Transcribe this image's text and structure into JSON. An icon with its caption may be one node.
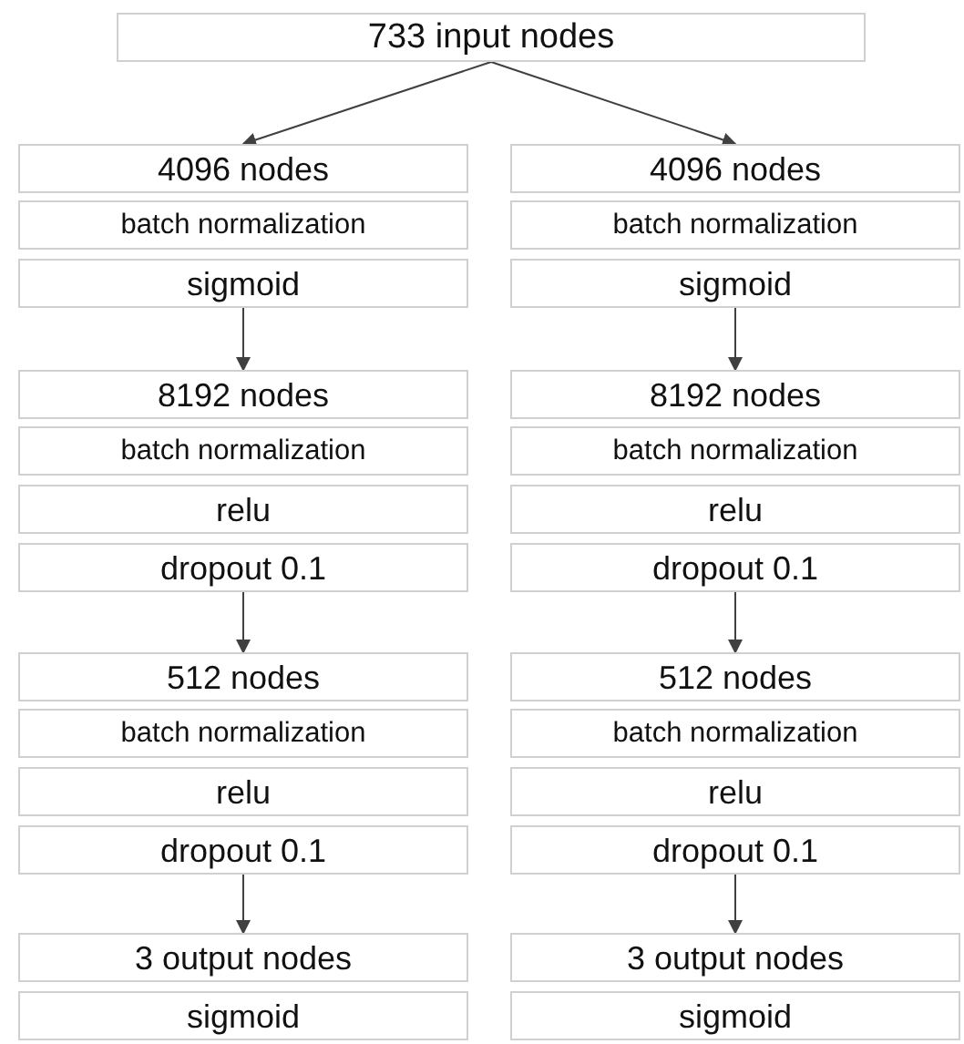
{
  "diagram": {
    "nodes": [
      {
        "text": [
          "733 input nodes"
        ]
      },
      {
        "text": [
          "4096 nodes"
        ]
      },
      {
        "text": [
          "batch normalization"
        ]
      },
      {
        "text": [
          "sigmoid"
        ]
      },
      {
        "text": [
          "8192 nodes"
        ]
      },
      {
        "text": [
          "batch normalization"
        ]
      },
      {
        "text": [
          "relu"
        ]
      },
      {
        "text": [
          "dropout 0.1"
        ]
      },
      {
        "text": [
          "512 nodes"
        ]
      },
      {
        "text": [
          "batch normalization"
        ]
      },
      {
        "text": [
          "relu"
        ]
      },
      {
        "text": [
          "dropout 0.1"
        ]
      },
      {
        "text": [
          "3 output nodes"
        ]
      },
      {
        "text": [
          "sigmoid"
        ]
      },
      {
        "text": [
          "4096 nodes"
        ]
      },
      {
        "text": [
          "batch normalization"
        ]
      },
      {
        "text": [
          "sigmoid"
        ]
      },
      {
        "text": [
          "8192 nodes"
        ]
      },
      {
        "text": [
          "batch normalization"
        ]
      },
      {
        "text": [
          "relu"
        ]
      },
      {
        "text": [
          "dropout 0.1"
        ]
      },
      {
        "text": [
          "512 nodes"
        ]
      },
      {
        "text": [
          "batch normalization"
        ]
      },
      {
        "text": [
          "relu"
        ]
      },
      {
        "text": [
          "dropout 0.1"
        ]
      },
      {
        "text": [
          "3 output nodes"
        ]
      },
      {
        "text": [
          "sigmoid"
        ]
      }
    ],
    "edges": [
      {
        "from": 0,
        "to": 1,
        "arrow": "to"
      },
      {
        "from": 0,
        "to": 14,
        "arrow": "to"
      },
      {
        "from": 3,
        "to": 4,
        "arrow": "to"
      },
      {
        "from": 7,
        "to": 8,
        "arrow": "to"
      },
      {
        "from": 11,
        "to": 12,
        "arrow": "to"
      },
      {
        "from": 16,
        "to": 17,
        "arrow": "to"
      },
      {
        "from": 20,
        "to": 21,
        "arrow": "to"
      },
      {
        "from": 24,
        "to": 25,
        "arrow": "to"
      }
    ]
  }
}
